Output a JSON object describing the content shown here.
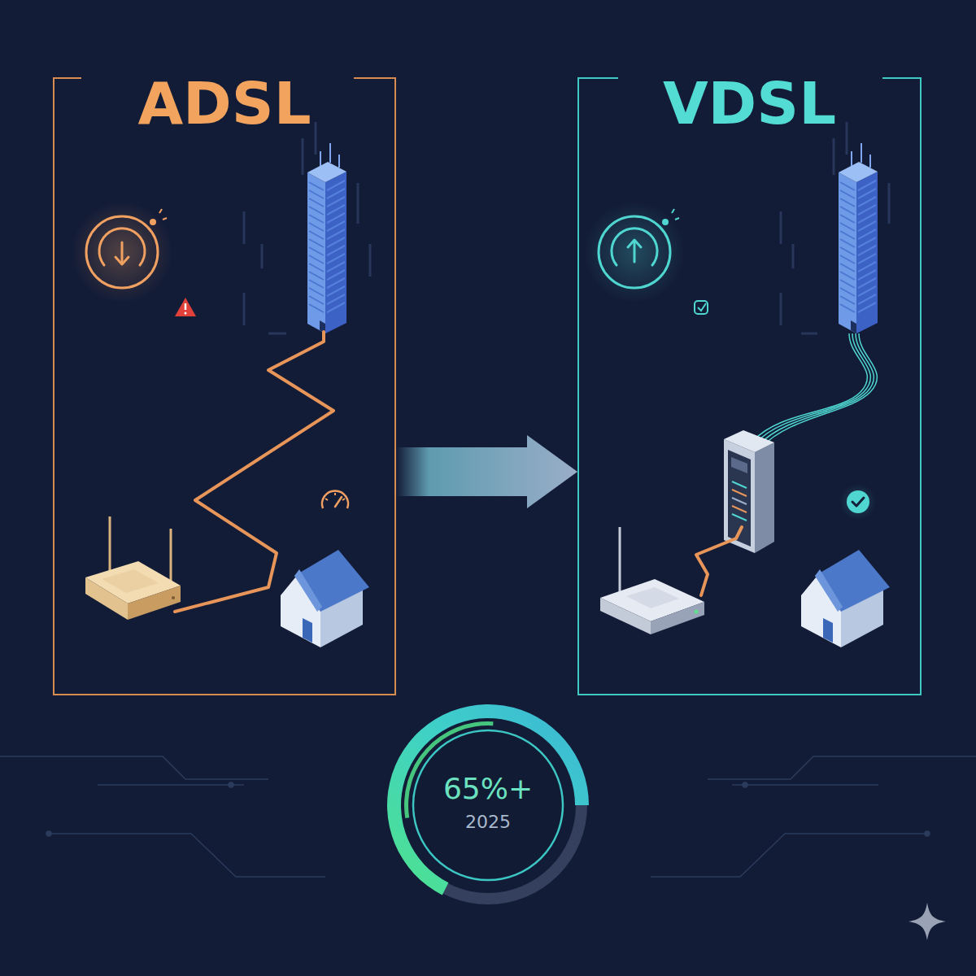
{
  "diagram": {
    "nodes": [
      {
        "text": [
          "ADSL"
        ]
      },
      {
        "text": [
          "VDSL"
        ]
      },
      {
        "text": [
          "65%+",
          "2025"
        ]
      }
    ],
    "edges": [
      {
        "from": 0,
        "to": 1,
        "arrow": "to"
      }
    ]
  }
}
